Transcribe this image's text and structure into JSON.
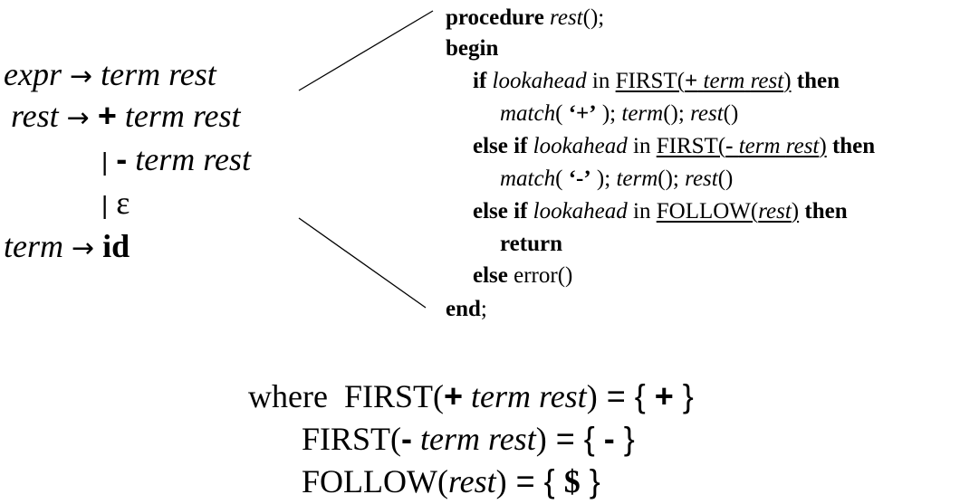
{
  "grammar": {
    "arrow": "→",
    "bar": "|",
    "plus": "+",
    "minus": "-",
    "epsilon": "ε",
    "expr": "expr",
    "rest": "rest",
    "term": "term",
    "id": "id"
  },
  "code": {
    "procedure": "procedure",
    "proc_name": "rest",
    "proc_tail": "();",
    "begin": "begin",
    "if": "if",
    "else_if": "else if",
    "else": "else",
    "then": "then",
    "in": "in",
    "lookahead": "lookahead",
    "first": "FIRST(",
    "follow": "FOLLOW(",
    "close": ")",
    "plus": "+",
    "minus": "-",
    "term": "term",
    "rest": "rest",
    "match": "match",
    "open_paren": "(",
    "quote_open": "‘",
    "quote_close": "’",
    "call_sep": " ); ",
    "call_term": "term",
    "call_rest": "rest",
    "semi_sep": "(); ",
    "call_end": "()",
    "return": "return",
    "error_call": "error()",
    "end": "end",
    "end_semi": ";"
  },
  "sets": {
    "where": "where",
    "first": "FIRST(",
    "follow": "FOLLOW(",
    "close": ")",
    "plus": "+",
    "minus": "-",
    "dollar": "$",
    "term": "term",
    "rest": "rest",
    "eq_open": " = { ",
    "brace_close": " }"
  }
}
